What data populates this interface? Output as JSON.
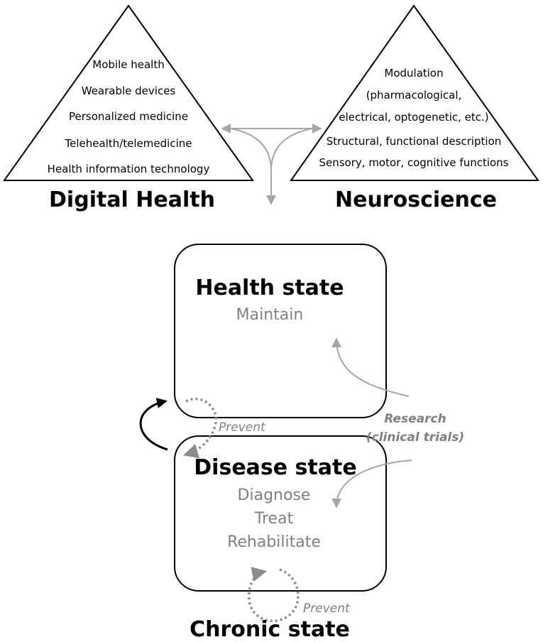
{
  "colors": {
    "primary_text": "#000000",
    "muted_text": "#808080",
    "connector_gray": "#a6a6a6",
    "cycle_gray": "#8c8c8c",
    "outline": "#000000"
  },
  "digital_health": {
    "title": "Digital Health",
    "items": [
      "Mobile health",
      "Wearable devices",
      "Personalized medicine",
      "Telehealth/telemedicine",
      "Health information technology"
    ]
  },
  "neuroscience": {
    "title": "Neuroscience",
    "items": [
      "Modulation",
      "(pharmacological,",
      "electrical, optogenetic, etc.)",
      "Structural, functional description",
      "Sensory, motor, cognitive functions"
    ]
  },
  "health_state": {
    "title": "Health state",
    "actions": [
      "Maintain"
    ]
  },
  "disease_state": {
    "title": "Disease state",
    "actions": [
      "Diagnose",
      "Treat",
      "Rehabilitate"
    ]
  },
  "chronic_state": {
    "title": "Chronic state"
  },
  "prevent_labels": {
    "health_to_disease": "Prevent",
    "disease_to_chronic": "Prevent"
  },
  "research": {
    "line1": "Research",
    "line2": "(clinical trials)"
  }
}
